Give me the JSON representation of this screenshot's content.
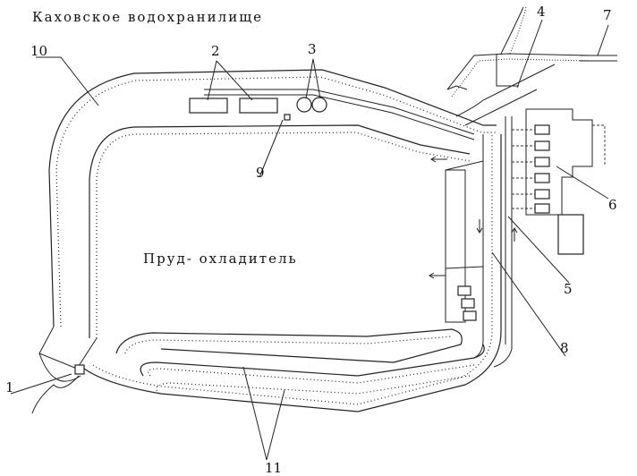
{
  "labels": {
    "reservoir": "Каховское водохранилище",
    "pond": "Пруд- охладитель",
    "n1": "1",
    "n2": "2",
    "n3": "3",
    "n4": "4",
    "n5": "5",
    "n6": "6",
    "n7": "7",
    "n8": "8",
    "n9": "9",
    "n10": "10",
    "n11": "11"
  },
  "colors": {
    "ink": "#222222",
    "paper": "#ffffff"
  }
}
